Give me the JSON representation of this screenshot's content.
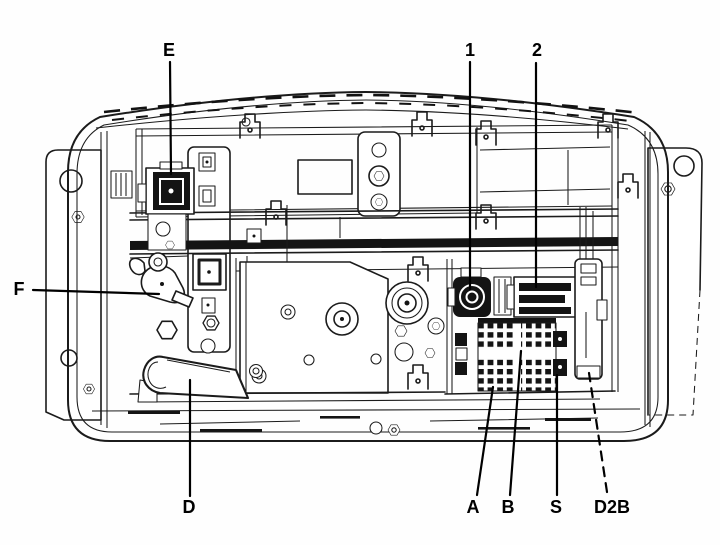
{
  "figure": {
    "type": "component-location-line-diagram",
    "background_color": "#fefefe",
    "line_color": "#1b1b1b",
    "label_color": "#000000"
  },
  "callouts": {
    "e": {
      "label": "E"
    },
    "one": {
      "label": "1"
    },
    "two": {
      "label": "2"
    },
    "f": {
      "label": "F"
    },
    "d": {
      "label": "D"
    },
    "a": {
      "label": "A"
    },
    "b": {
      "label": "B"
    },
    "s": {
      "label": "S"
    },
    "d2b": {
      "label": "D2B"
    }
  }
}
